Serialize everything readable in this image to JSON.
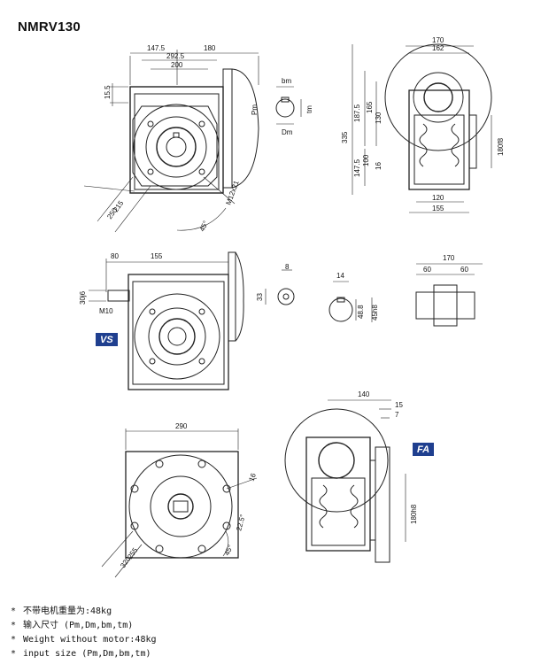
{
  "title": "NMRV130",
  "badges": {
    "vs": "VS",
    "fa": "FA"
  },
  "views": {
    "front": {
      "dims": [
        "147.5",
        "180",
        "292.5",
        "200",
        "15.5",
        "Pm",
        "215",
        "250",
        "M12x21",
        "45°"
      ]
    },
    "shaft_input": {
      "dims": [
        "bm",
        "tm",
        "Dm"
      ]
    },
    "side": {
      "dims": [
        "170",
        "162",
        "335",
        "187.5",
        "165",
        "130",
        "100",
        "16",
        "147.5",
        "120",
        "155",
        "180f8"
      ]
    },
    "vs": {
      "dims": [
        "80",
        "155",
        "30j6",
        "M10",
        "8",
        "33",
        "14",
        "48.8",
        "45h8",
        "170",
        "60",
        "60"
      ]
    },
    "flange": {
      "dims": [
        "290",
        "16",
        "22.5°",
        "255",
        "320",
        "45°"
      ]
    },
    "fa": {
      "dims": [
        "140",
        "15",
        "7",
        "180h8"
      ]
    }
  },
  "notes": [
    {
      "marker": "*",
      "text": "不带电机重量为:48kg"
    },
    {
      "marker": "*",
      "text": "输入尺寸 (Pm,Dm,bm,tm)"
    },
    {
      "marker": "*",
      "text": "Weight without motor:48kg"
    },
    {
      "marker": "*",
      "text": "input size (Pm,Dm,bm,tm)"
    }
  ]
}
